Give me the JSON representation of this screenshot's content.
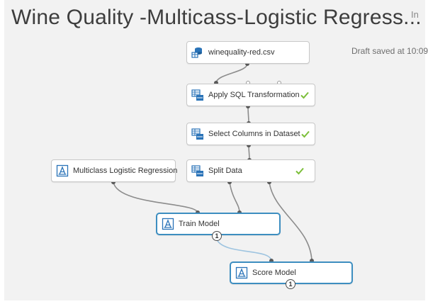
{
  "experiment": {
    "title": "Wine Quality -Multicass-Logistic Regress...",
    "status_in": "In",
    "draft_status": "Draft saved at 10:09"
  },
  "nodes": {
    "dataset": {
      "label": "winequality-red.csv",
      "icon": "dataset-icon"
    },
    "apply_sql": {
      "label": "Apply SQL Transformation",
      "icon": "transform-module-icon",
      "status": "completed-check-icon"
    },
    "select_columns": {
      "label": "Select Columns in Dataset",
      "icon": "transform-module-icon",
      "status": "completed-check-icon"
    },
    "split_data": {
      "label": "Split Data",
      "icon": "transform-module-icon",
      "status": "completed-check-icon"
    },
    "multiclass_lr": {
      "label": "Multiclass Logistic Regression",
      "icon": "model-module-icon"
    },
    "train_model": {
      "label": "Train Model",
      "icon": "model-module-icon",
      "badge": "1"
    },
    "score_model": {
      "label": "Score Model",
      "icon": "model-module-icon",
      "badge": "1"
    }
  },
  "colors": {
    "canvas": "#f2f2f2",
    "edge": "#8c8c8c",
    "selected_edge": "#9ec4e0",
    "selected_border": "#3d8ec0",
    "check": "#7cbf3a",
    "icon_blue": "#2a73b8"
  }
}
